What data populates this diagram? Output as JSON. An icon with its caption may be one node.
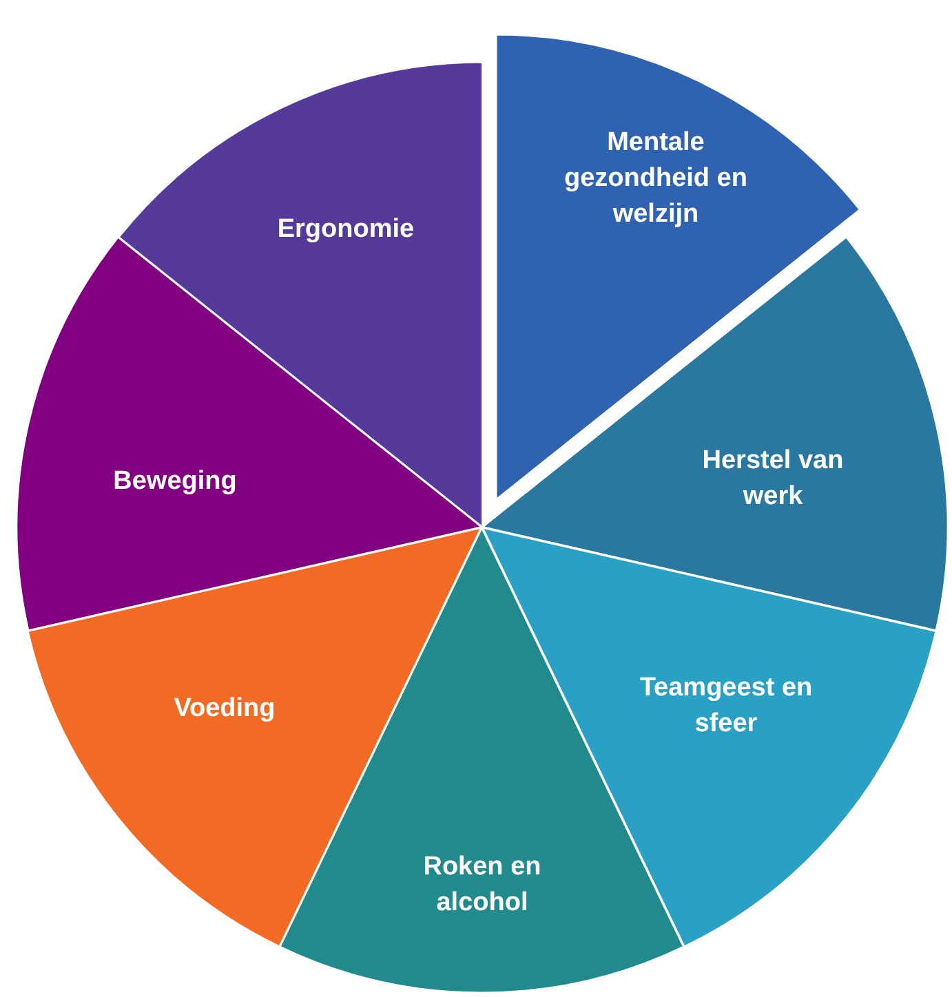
{
  "diagram": {
    "nodes": [
      {
        "text": [
          "Mentale gezondheid en welzijn"
        ]
      },
      {
        "text": [
          "Herstel van werk"
        ]
      },
      {
        "text": [
          "Teamgeest en sfeer"
        ]
      },
      {
        "text": [
          "Roken en alcohol"
        ]
      },
      {
        "text": [
          "Voeding"
        ]
      },
      {
        "text": [
          "Beweging"
        ]
      },
      {
        "text": [
          "Ergonomie"
        ]
      }
    ]
  }
}
